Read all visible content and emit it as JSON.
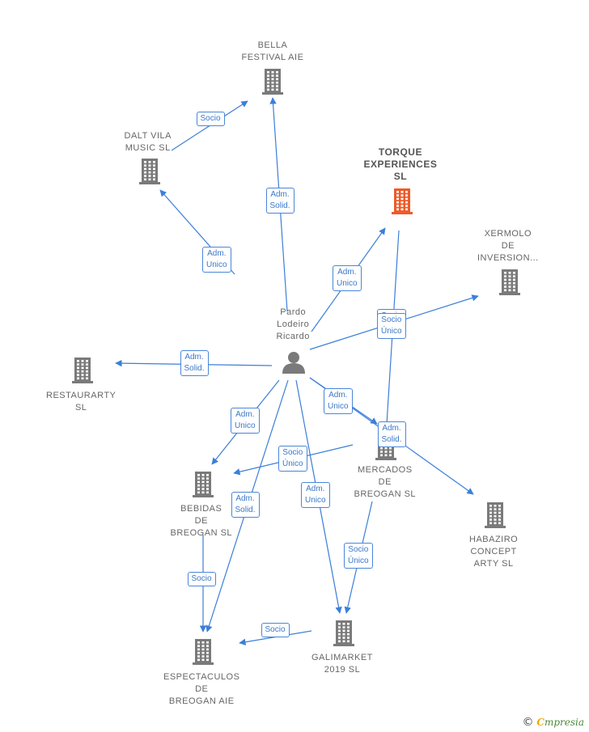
{
  "colors": {
    "edge": "#3b7fd9",
    "node": "#7a7a7a",
    "highlight": "#f05a28"
  },
  "nodes": [
    {
      "id": "bella",
      "label": "BELLA\nFESTIVAL  AIE",
      "icon": "building-icon"
    },
    {
      "id": "dalt",
      "label": "DALT VILA\nMUSIC  SL",
      "icon": "building-icon"
    },
    {
      "id": "torque",
      "label": "TORQUE\nEXPERIENCES\nSL",
      "icon": "building-icon",
      "highlight": true
    },
    {
      "id": "xermolo",
      "label": "XERMOLO\nDE\nINVERSION...",
      "icon": "building-icon"
    },
    {
      "id": "pardo",
      "label": "Pardo\nLodeiro\nRicardo",
      "icon": "person-icon"
    },
    {
      "id": "restaurarty",
      "label": "RESTAURARTY\nSL",
      "icon": "building-icon"
    },
    {
      "id": "mercados",
      "label": "MERCADOS\nDE\nBREOGAN  SL",
      "icon": "building-icon"
    },
    {
      "id": "bebidas",
      "label": "BEBIDAS\nDE\nBREOGAN  SL",
      "icon": "building-icon"
    },
    {
      "id": "habaziro",
      "label": "HABAZIRO\nCONCEPT\nARTY  SL",
      "icon": "building-icon"
    },
    {
      "id": "galimarket",
      "label": "GALIMARKET\n2019  SL",
      "icon": "building-icon"
    },
    {
      "id": "espectaculos",
      "label": "ESPECTACULOS\nDE\nBREOGAN AIE",
      "icon": "building-icon"
    }
  ],
  "edges": [
    {
      "from": "dalt",
      "to": "bella",
      "label": "Socio"
    },
    {
      "from": "pardo",
      "to": "bella",
      "label": "Adm.\nSolid."
    },
    {
      "from": "pardo",
      "to": "dalt",
      "label": "Adm.\nUnico"
    },
    {
      "from": "pardo",
      "to": "torque",
      "label": "Adm.\nUnico"
    },
    {
      "from": "pardo",
      "to": "xermolo",
      "label": "Socio\nÚnico"
    },
    {
      "from": "torque",
      "to": "mercados",
      "label": "Socio\nÚnico"
    },
    {
      "from": "pardo",
      "to": "restaurarty",
      "label": "Adm.\nSolid."
    },
    {
      "from": "pardo",
      "to": "mercados",
      "label": "Adm.\nUnico"
    },
    {
      "from": "pardo",
      "to": "habaziro",
      "label": "Adm.\nSolid."
    },
    {
      "from": "pardo",
      "to": "bebidas",
      "label": "Adm.\nUnico"
    },
    {
      "from": "mercados",
      "to": "bebidas",
      "label": "Socio\nÚnico"
    },
    {
      "from": "pardo",
      "to": "espectaculos",
      "label": "Adm.\nSolid."
    },
    {
      "from": "pardo",
      "to": "galimarket",
      "label": "Adm.\nUnico"
    },
    {
      "from": "mercados",
      "to": "galimarket",
      "label": "Socio\nÚnico"
    },
    {
      "from": "bebidas",
      "to": "espectaculos",
      "label": "Socio"
    },
    {
      "from": "galimarket",
      "to": "espectaculos",
      "label": "Socio"
    }
  ],
  "brand": {
    "copyright": "©",
    "first": "C",
    "rest": "mpresia"
  }
}
